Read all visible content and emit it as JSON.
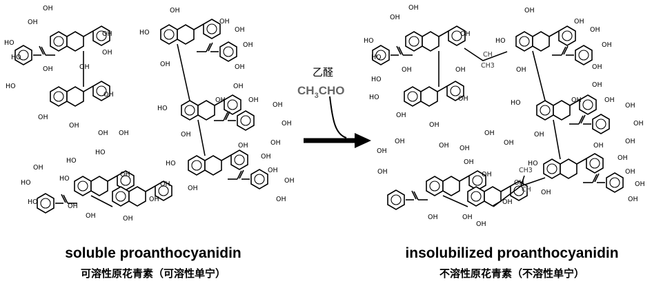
{
  "left_caption": {
    "en": "soluble proanthocyanidin",
    "zh": "可溶性原花青素（可溶性单宁）"
  },
  "right_caption": {
    "en": "insolubilized proanthocyanidin",
    "zh": "不溶性原花青素（不溶性单宁）"
  },
  "reagent": {
    "zh": "乙醛",
    "formula_parts": [
      "CH",
      "3",
      "CHO"
    ]
  },
  "bridge_labels": {
    "ch": "CH",
    "ch3": "CH3"
  },
  "labels": {
    "hydroxyl": "OH",
    "hydroxyl_left": "HO"
  },
  "colors": {
    "reagent_formula": "#666666",
    "line": "#000000"
  }
}
